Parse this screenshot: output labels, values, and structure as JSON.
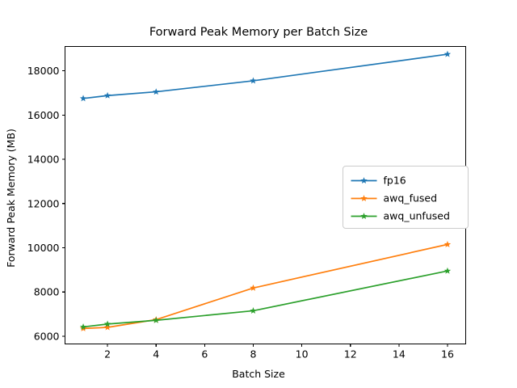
{
  "chart_data": {
    "type": "line",
    "title": "Forward Peak Memory per Batch Size",
    "xlabel": "Batch Size",
    "ylabel": "Forward Peak Memory (MB)",
    "x": [
      1,
      2,
      4,
      8,
      16
    ],
    "xlim": [
      0.25,
      16.75
    ],
    "ylim": [
      5650,
      19100
    ],
    "xticks": [
      2,
      4,
      6,
      8,
      10,
      12,
      14,
      16
    ],
    "xtick_labels": [
      "2",
      "4",
      "6",
      "8",
      "10",
      "12",
      "14",
      "16"
    ],
    "yticks": [
      6000,
      8000,
      10000,
      12000,
      14000,
      16000,
      18000
    ],
    "ytick_labels": [
      "6000",
      "8000",
      "10000",
      "12000",
      "14000",
      "16000",
      "18000"
    ],
    "grid": false,
    "marker": "star",
    "legend_position": "center-right",
    "series": [
      {
        "name": "fp16",
        "color": "#1f77b4",
        "values": [
          16750,
          16880,
          17050,
          17550,
          18750
        ]
      },
      {
        "name": "awq_fused",
        "color": "#ff7f0e",
        "values": [
          6350,
          6400,
          6750,
          8180,
          10150
        ]
      },
      {
        "name": "awq_unfused",
        "color": "#2ca02c",
        "values": [
          6420,
          6550,
          6720,
          7150,
          8950
        ]
      }
    ]
  },
  "figure": {
    "background": "#ffffff",
    "axes_color": "#000000"
  }
}
